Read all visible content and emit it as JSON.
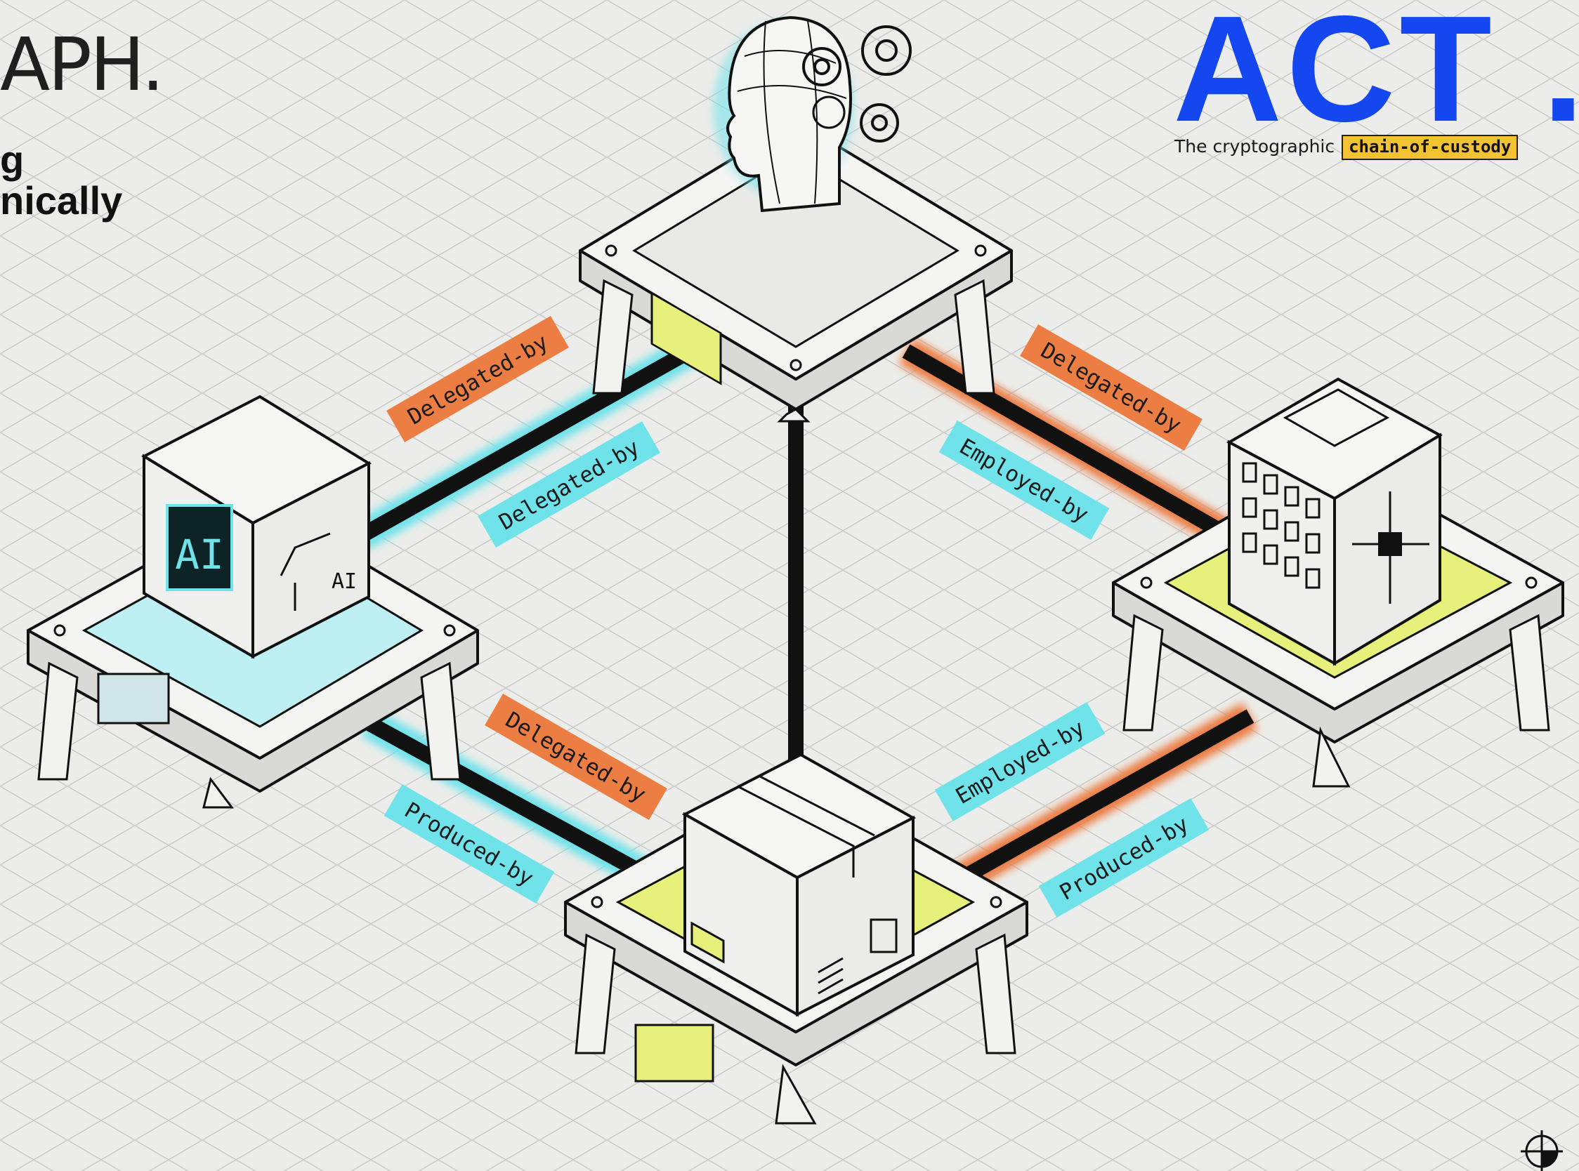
{
  "heading": {
    "title": "APH.",
    "line1": "g",
    "line2": "nically"
  },
  "logo": {
    "text": "ACT .",
    "tagline": "The cryptographic",
    "tagline_highlight": "chain-of-custody"
  },
  "nodes": {
    "top_label": "human-head-node",
    "left_icon_text": "AI",
    "left_small_text": "AI"
  },
  "edges": {
    "left_top_orange": "Delegated-by",
    "left_top_cyan": "Delegated-by",
    "top_right_orange": "Delegated-by",
    "top_right_cyan": "Employed-by",
    "left_bottom_orange": "Delegated-by",
    "left_bottom_cyan": "Produced-by",
    "right_bottom_cyan_1": "Employed-by",
    "right_bottom_cyan_2": "Produced-by"
  },
  "colors": {
    "accent_blue": "#1547f0",
    "edge_orange": "#ec7e44",
    "edge_cyan": "#6fe2ea",
    "highlight": "#f3c232",
    "platform_yellow": "#e7f07a"
  }
}
